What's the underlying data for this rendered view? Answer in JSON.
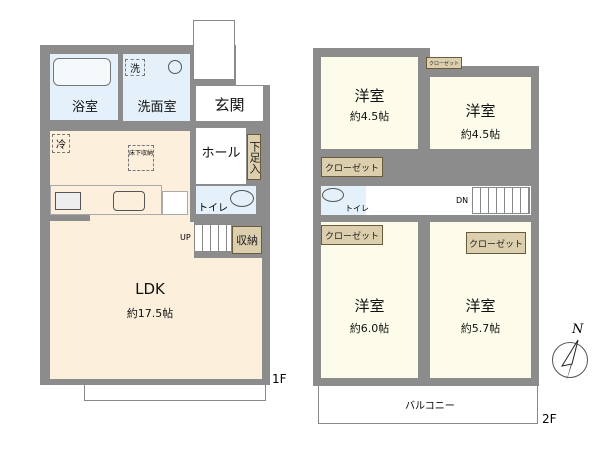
{
  "floor1": {
    "label": "1F",
    "rooms": {
      "bath": "浴室",
      "washroom": "洗面室",
      "washer": "洗",
      "entrance": "玄関",
      "hall": "ホール",
      "shoe_storage": "下足入",
      "fridge": "冷",
      "underfloor": "床下収納",
      "toilet": "トイレ",
      "up": "UP",
      "storage": "収納",
      "ldk": "LDK",
      "ldk_size": "約17.5帖"
    }
  },
  "floor2": {
    "label": "2F",
    "rooms": {
      "room_nw": "洋室",
      "room_nw_size": "約4.5帖",
      "room_ne": "洋室",
      "room_ne_size": "約4.5帖",
      "room_sw": "洋室",
      "room_sw_size": "約6.0帖",
      "room_se": "洋室",
      "room_se_size": "約5.7帖",
      "closet": "クローゼット",
      "toilet": "トイレ",
      "dn": "DN",
      "balcony": "バルコニー"
    }
  },
  "compass": {
    "label": "N"
  },
  "colors": {
    "wall": "#8c8c8c",
    "ldk": "#fcefdc",
    "wet": "#e4f1fa",
    "room": "#fdfbea",
    "closet": "#dccfae"
  }
}
